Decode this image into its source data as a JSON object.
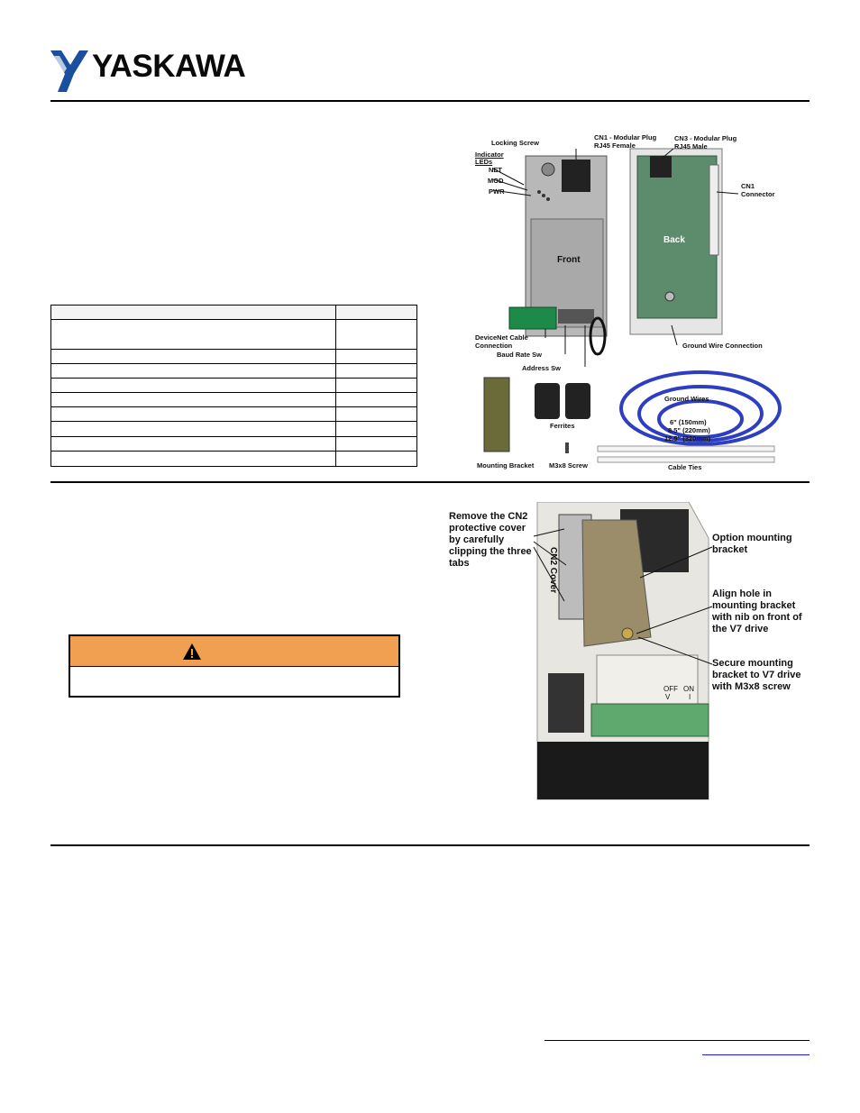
{
  "brand": {
    "name": "YASKAWA",
    "accent": "#1a4fa0"
  },
  "parts_table": {
    "rows": 10
  },
  "kit_photo": {
    "labels": {
      "locking_screw": "Locking Screw",
      "cn1_title": "CN1 - Modular Plug",
      "cn1_sub": "RJ45 Female",
      "cn3_title": "CN3 - Modular Plug",
      "cn3_sub": "RJ45 Male",
      "indicator": "Indicator",
      "leds": "LEDs",
      "net": "NET",
      "mod": "MOD",
      "pwr": "PWR",
      "cn1_connector_a": "CN1",
      "cn1_connector_b": "Connector",
      "front": "Front",
      "back": "Back",
      "devicenet_a": "DeviceNet Cable",
      "devicenet_b": "Connection",
      "baud": "Baud Rate Sw",
      "address": "Address Sw",
      "ground_conn": "Ground Wire Connection",
      "ground_wires": "Ground Wires",
      "gw1": "6\" (150mm)",
      "gw2": "8.5\" (220mm)",
      "gw3": "12.5\" (320mm)",
      "ferrites": "Ferrites",
      "mounting_bracket": "Mounting Bracket",
      "screw": "M3x8 Screw",
      "cable_ties": "Cable Ties"
    }
  },
  "install_photo": {
    "labels": {
      "remove_cover": "Remove the CN2 protective cover by carefully clipping the three tabs",
      "cn2_cover": "CN2 Cover",
      "option_bracket": "Option mounting bracket",
      "align_hole": "Align hole in mounting bracket with nib on front of the V7 drive",
      "secure_bracket": "Secure mounting bracket to V7 drive with  M3x8 screw",
      "off": "OFF",
      "on": "ON",
      "v": "V",
      "i": "I"
    }
  },
  "warning": {
    "icon": "warning-triangle-icon",
    "header_color": "#f0a050"
  }
}
